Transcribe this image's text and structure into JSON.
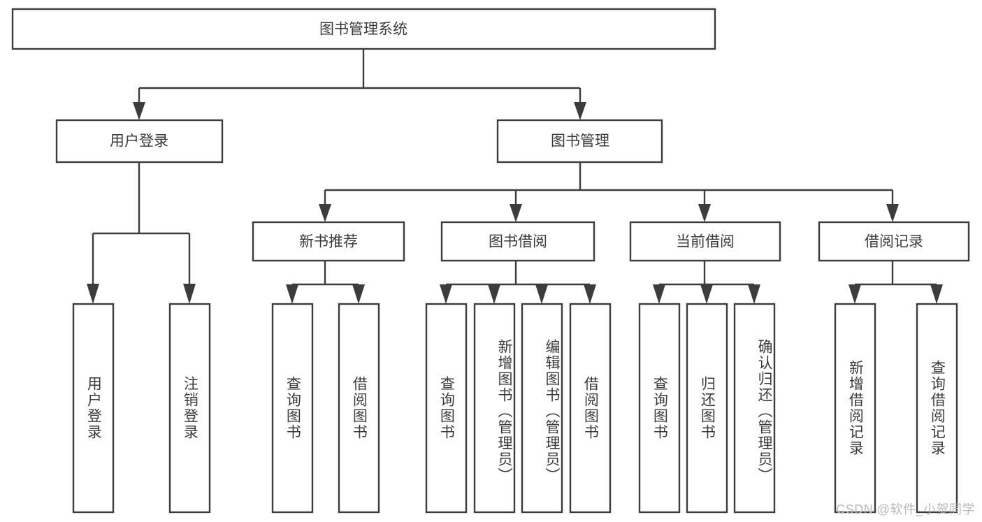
{
  "diagram": {
    "title": "图书管理系统",
    "type": "tree",
    "root": {
      "id": "root",
      "label": "图书管理系统",
      "orientation": "horizontal"
    },
    "level2": [
      {
        "id": "user-login",
        "label": "用户登录",
        "orientation": "horizontal"
      },
      {
        "id": "book-manage",
        "label": "图书管理",
        "orientation": "horizontal"
      }
    ],
    "level3": [
      {
        "id": "new-book-recommend",
        "label": "新书推荐",
        "parent": "book-manage",
        "orientation": "horizontal"
      },
      {
        "id": "book-borrow",
        "label": "图书借阅",
        "parent": "book-manage",
        "orientation": "horizontal"
      },
      {
        "id": "current-borrow",
        "label": "当前借阅",
        "parent": "book-manage",
        "orientation": "horizontal"
      },
      {
        "id": "borrow-record",
        "label": "借阅记录",
        "parent": "book-manage",
        "orientation": "horizontal"
      }
    ],
    "leaves": [
      {
        "id": "leaf-user-login",
        "label": "用户登录",
        "parent": "user-login",
        "orientation": "vertical"
      },
      {
        "id": "leaf-user-logout",
        "label": "注销登录",
        "parent": "user-login",
        "orientation": "vertical"
      },
      {
        "id": "leaf-query-book-1",
        "label": "查询图书",
        "parent": "new-book-recommend",
        "orientation": "vertical"
      },
      {
        "id": "leaf-borrow-book-1",
        "label": "借阅图书",
        "parent": "new-book-recommend",
        "orientation": "vertical"
      },
      {
        "id": "leaf-query-book-2",
        "label": "查询图书",
        "parent": "book-borrow",
        "orientation": "vertical"
      },
      {
        "id": "leaf-add-book",
        "label": "新增图书（管理员）",
        "parent": "book-borrow",
        "orientation": "vertical"
      },
      {
        "id": "leaf-edit-book",
        "label": "编辑图书（管理员）",
        "parent": "book-borrow",
        "orientation": "vertical"
      },
      {
        "id": "leaf-borrow-book-2",
        "label": "借阅图书",
        "parent": "book-borrow",
        "orientation": "vertical"
      },
      {
        "id": "leaf-query-book-3",
        "label": "查询图书",
        "parent": "current-borrow",
        "orientation": "vertical"
      },
      {
        "id": "leaf-return-book",
        "label": "归还图书",
        "parent": "current-borrow",
        "orientation": "vertical"
      },
      {
        "id": "leaf-confirm-return",
        "label": "确认归还（管理员）",
        "parent": "current-borrow",
        "orientation": "vertical"
      },
      {
        "id": "leaf-add-record",
        "label": "新增借阅记录",
        "parent": "borrow-record",
        "orientation": "vertical"
      },
      {
        "id": "leaf-query-record",
        "label": "查询借阅记录",
        "parent": "borrow-record",
        "orientation": "vertical"
      }
    ],
    "colors": {
      "stroke": "#3c3c3c",
      "fill": "#ffffff",
      "text": "#3a3a3a",
      "watermark": "#b9b9b9"
    }
  },
  "watermark": {
    "text": "CSDN @软件_小贺同学"
  }
}
